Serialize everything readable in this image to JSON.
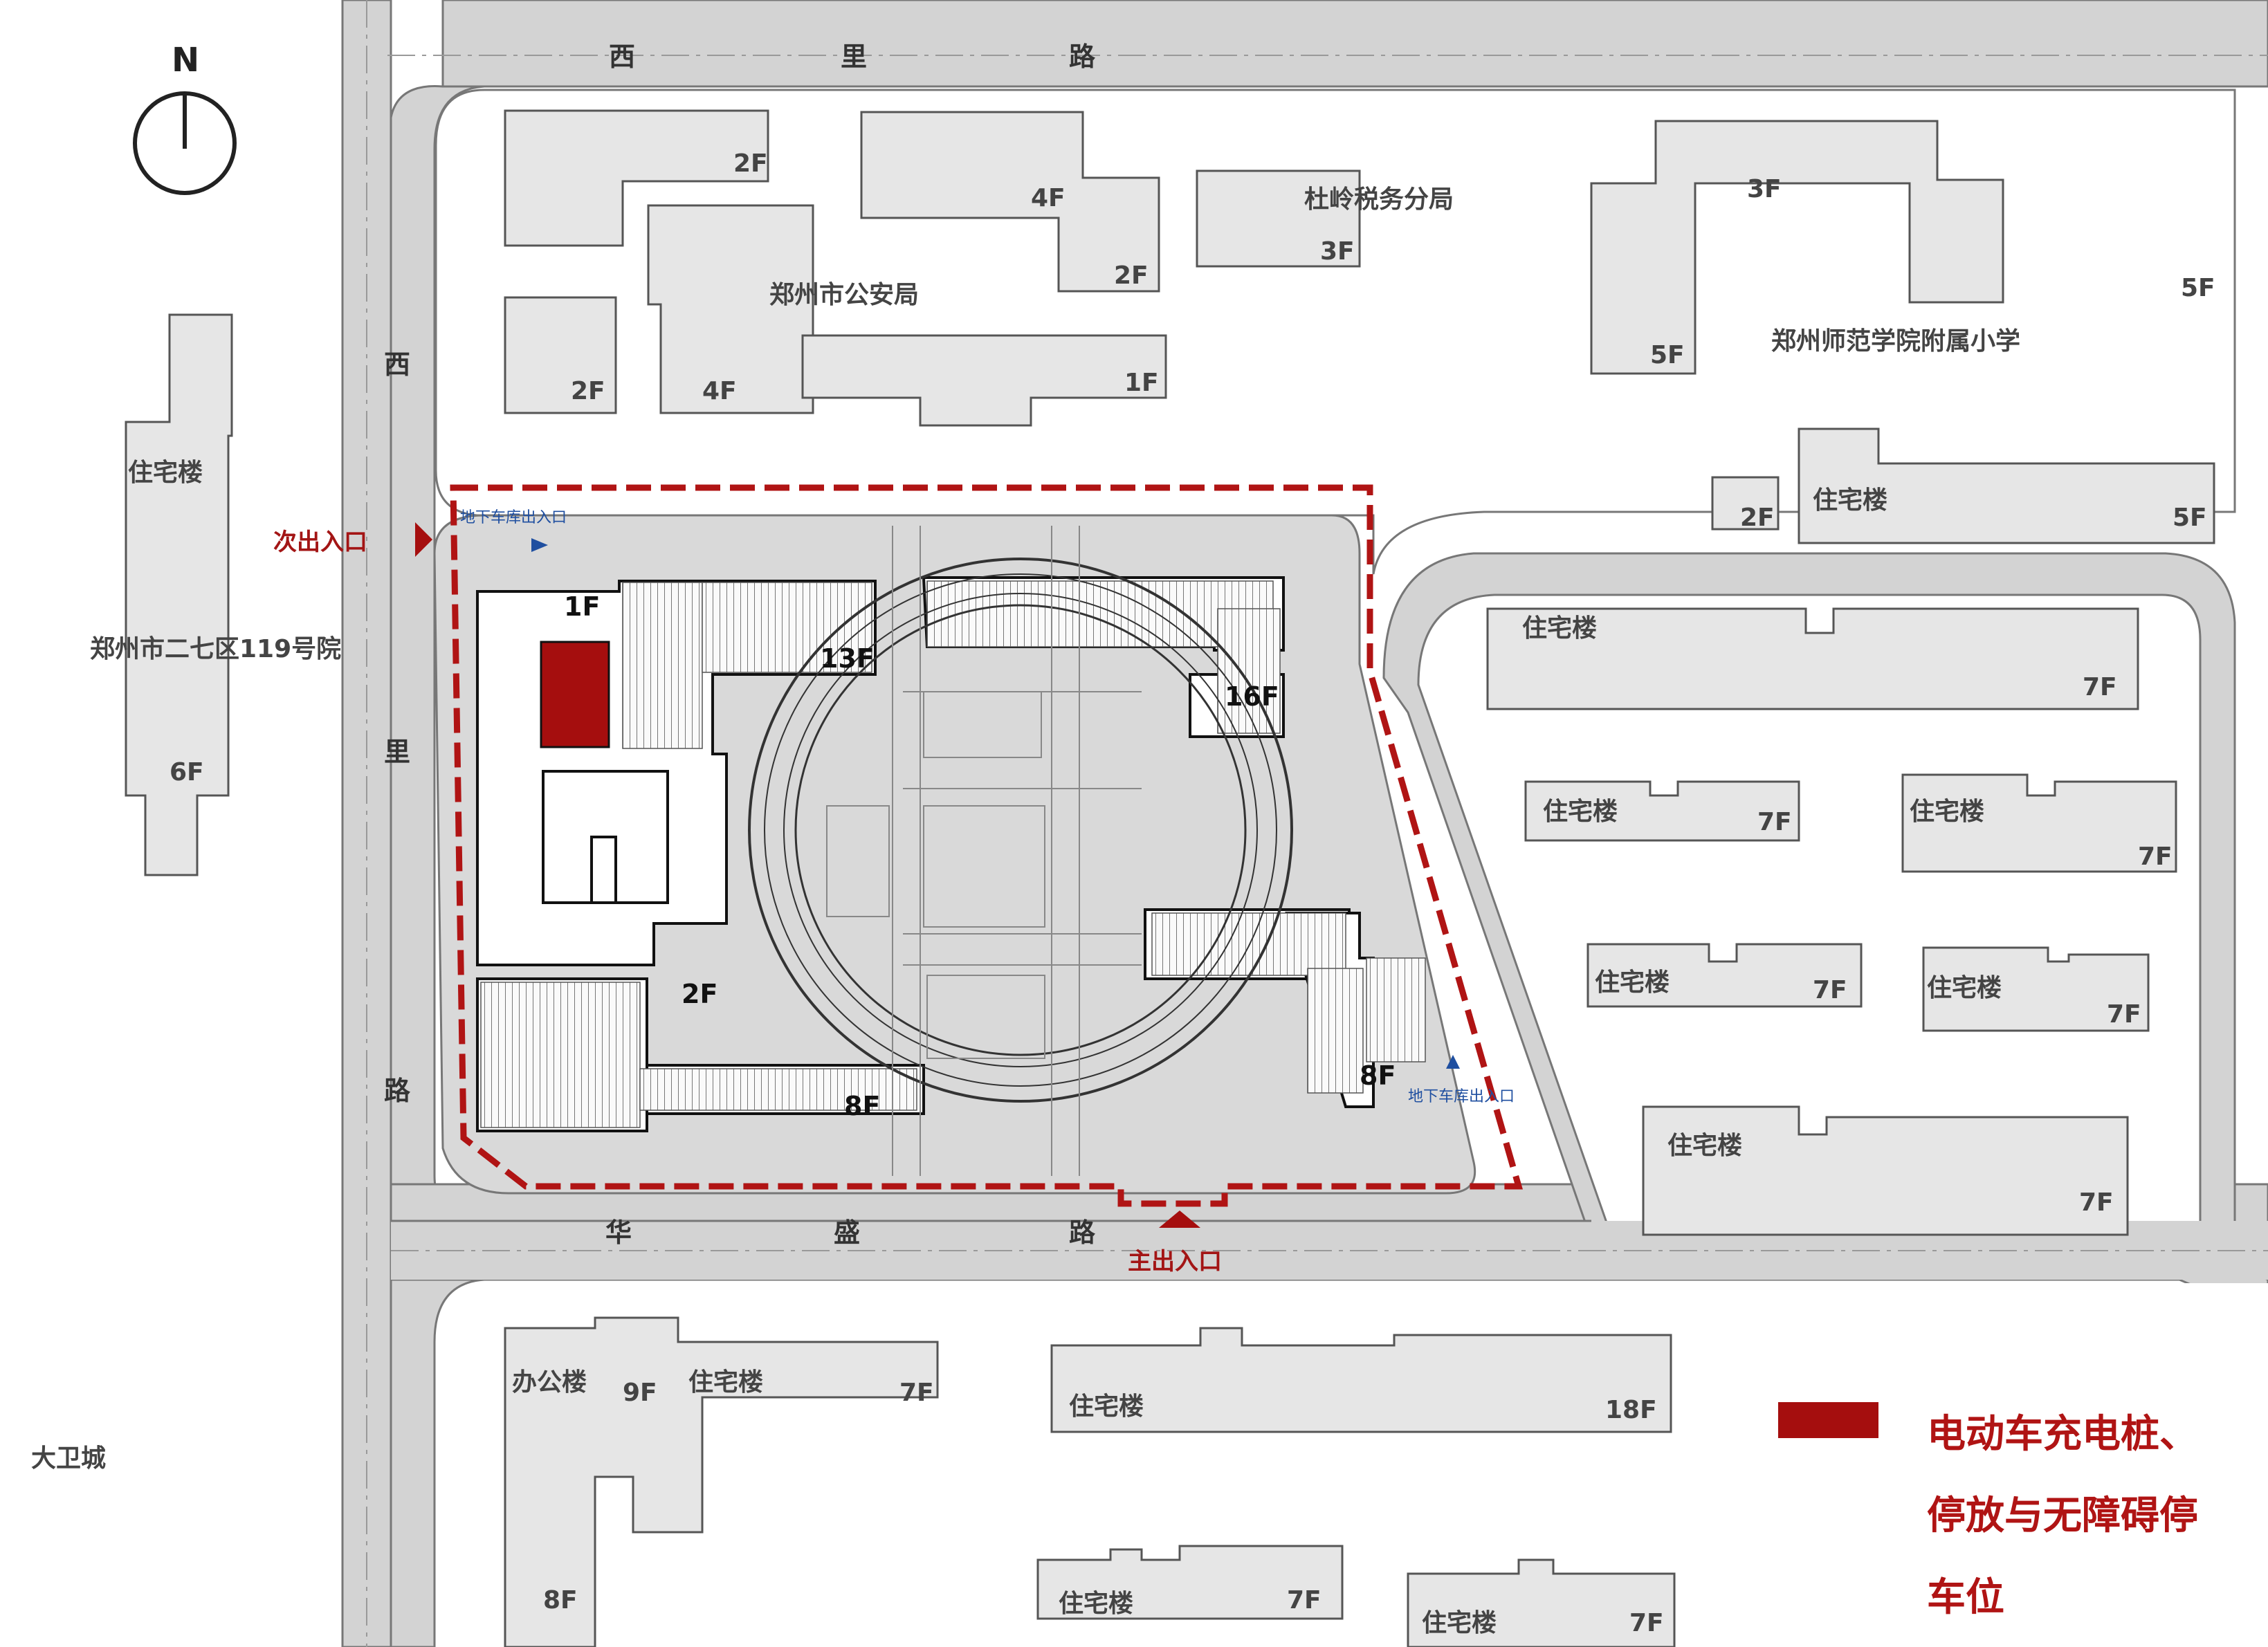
{
  "north": "N",
  "roads": {
    "xili_top": [
      "西",
      "里",
      "路"
    ],
    "xili_left": [
      "西",
      "里",
      "路"
    ],
    "huasheng": [
      "华",
      "盛",
      "路"
    ]
  },
  "entrances": {
    "secondary": "次出入口",
    "main": "主出入口",
    "garage_top": "地下车库出入口",
    "garage_right": "地下车库出入口"
  },
  "buildings": {
    "police": "郑州市公安局",
    "tax": "杜岭税务分局",
    "school": "郑州师范学院附属小学",
    "compound": "郑州市二七区119号院",
    "residential": "住宅楼",
    "office": "办公楼",
    "mall": "大卫城"
  },
  "floors": {
    "f1": "1F",
    "f2": "2F",
    "f3": "3F",
    "f4": "4F",
    "f5": "5F",
    "f6": "6F",
    "f7": "7F",
    "f8": "8F",
    "f9": "9F",
    "f13": "13F",
    "f16": "16F",
    "f18": "18F"
  },
  "legend": {
    "line1": "电动车充电桩、",
    "line2": "停放与无障碍停",
    "line3": "车位",
    "swatch_color": "#a50e0e"
  },
  "colors": {
    "road": "#d3d3d3",
    "building": "#e6e6e6",
    "site_boundary": "#b01414"
  }
}
